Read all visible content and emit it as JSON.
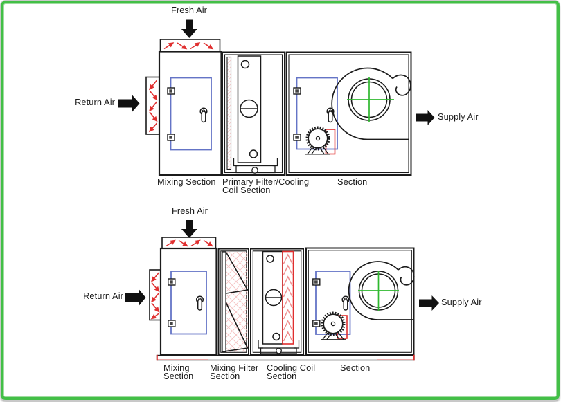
{
  "page": {
    "title": "Air Handling Unit sections diagram",
    "background": "#ffffff",
    "frame_color": "#43bf47"
  },
  "colors": {
    "line_black": "#1b1b1b",
    "door_blue": "#6474c6",
    "accent_red": "#e02f2f",
    "coil_chevron_pink": "#ef8a8a",
    "filter_lattice_pink": "#f4c2c2",
    "crosshair_green": "#2eb82e",
    "frame_green": "#43bf47"
  },
  "icons": {
    "fresh-air-arrow-icon": "black filled arrow pointing down",
    "return-air-arrow-icon": "black filled arrow pointing right",
    "supply-air-arrow-icon": "black filled arrow pointing right",
    "damper-airflow-arrows-icon": "red zigzag airflow arrows",
    "fan-crosshair-icon": "green crosshair on fan inlet",
    "door-handle-icon": "door latch handle",
    "door-hinge-icon": "door hinge block",
    "motor-pulley-icon": "toothed motor pulley on stand"
  },
  "diagrams": [
    {
      "name": "top-unit",
      "labels": {
        "fresh_air": "Fresh Air",
        "return_air": "Return Air",
        "supply_air": "Supply Air"
      },
      "sections": [
        {
          "label": "Mixing Section"
        },
        {
          "label": "Primary Filter/Cooling\nCoil Section"
        },
        {
          "label": "Section"
        }
      ]
    },
    {
      "name": "bottom-unit",
      "labels": {
        "fresh_air": "Fresh Air",
        "return_air": "Return Air",
        "supply_air": "Supply Air"
      },
      "sections": [
        {
          "label": "Mixing\nSection"
        },
        {
          "label": "Mixing Filter\nSection"
        },
        {
          "label": "Cooling Coil\nSection"
        },
        {
          "label": "Section"
        }
      ]
    }
  ]
}
